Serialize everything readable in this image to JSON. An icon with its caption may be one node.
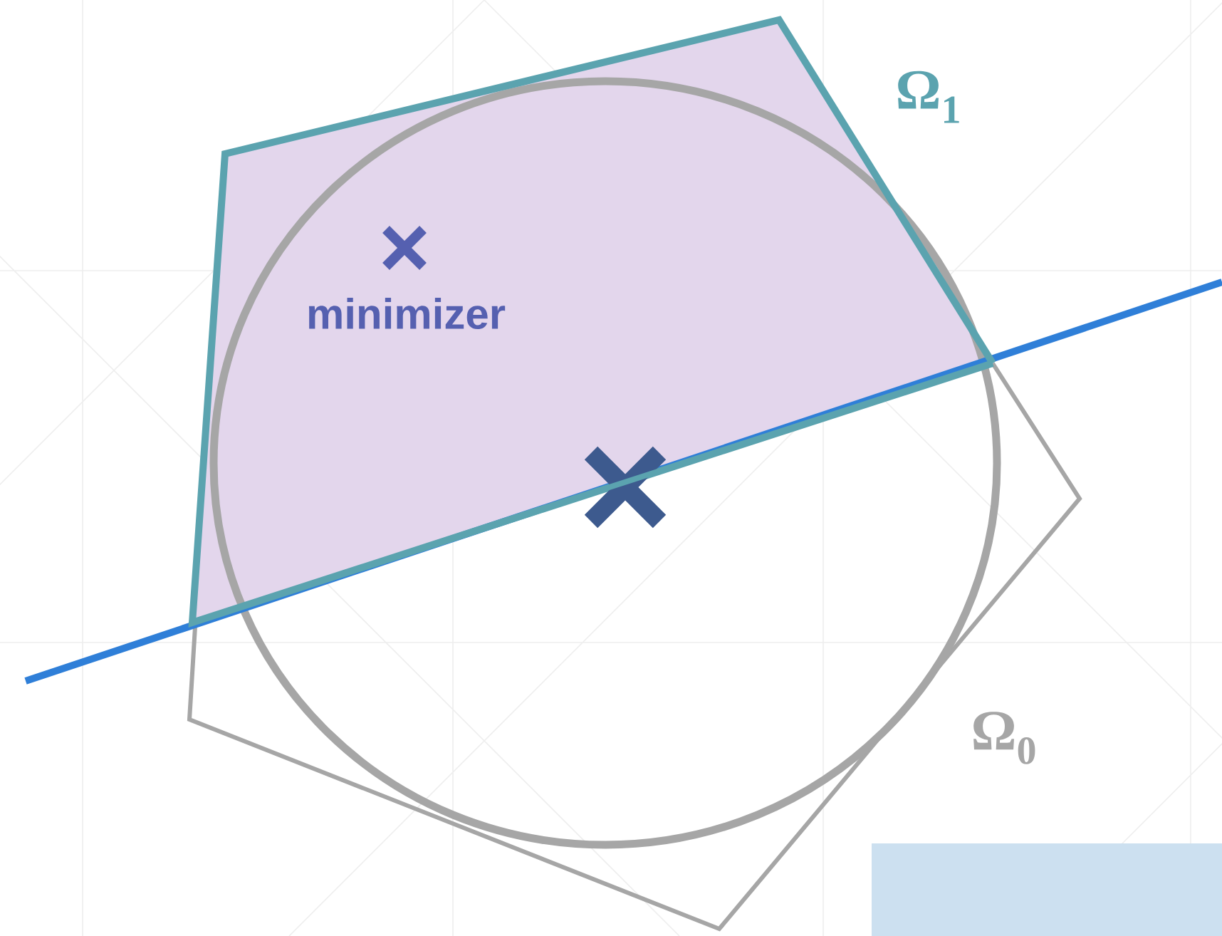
{
  "diagram": {
    "labels": [
      "Ω$_{1}$",
      "minimizer",
      "Ω$_{0}$"
    ]
  }
}
